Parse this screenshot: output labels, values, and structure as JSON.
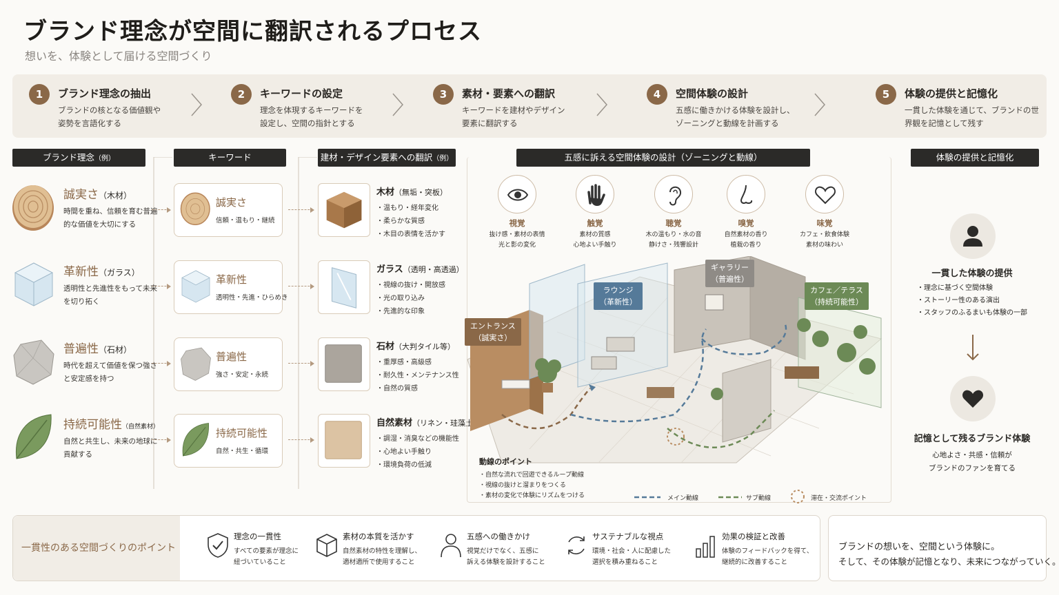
{
  "title": "ブランド理念が空間に翻訳されるプロセス",
  "subtitle": "想いを、体験として届ける空間づくり",
  "steps": [
    {
      "num": "1",
      "title": "ブランド理念の抽出",
      "desc": "ブランドの核となる価値観や姿勢を言語化する"
    },
    {
      "num": "2",
      "title": "キーワードの設定",
      "desc": "理念を体現するキーワードを設定し、空間の指針とする"
    },
    {
      "num": "3",
      "title": "素材・要素への翻訳",
      "desc": "キーワードを建材やデザイン要素に翻訳する"
    },
    {
      "num": "4",
      "title": "空間体験の設計",
      "desc": "五感に働きかける体験を設計し、ゾーニングと動線を計画する"
    },
    {
      "num": "5",
      "title": "体験の提供と記憶化",
      "desc": "一貫した体験を通じて、ブランドの世界観を記憶として残す"
    }
  ],
  "headers": {
    "brand": "ブランド理念",
    "brand_ex": "（例）",
    "keyword": "キーワード",
    "material": "建材・デザイン要素への翻訳",
    "material_ex": "（例）",
    "space": "五感に訴える空間体験の設計（ゾーニングと動線）",
    "memory": "体験の提供と記憶化"
  },
  "brand_rows": [
    {
      "name": "誠実さ",
      "sub": "（木材）",
      "desc": "時間を重ね、信頼を育む普遍的な価値を大切にする"
    },
    {
      "name": "革新性",
      "sub": "（ガラス）",
      "desc": "透明性と先進性をもって未来を切り拓く"
    },
    {
      "name": "普遍性",
      "sub": "（石材）",
      "desc": "時代を超えて価値を保つ強さと安定感を持つ"
    },
    {
      "name": "持続可能性",
      "sub": "（自然素材）",
      "desc": "自然と共生し、未来の地球に貢献する"
    }
  ],
  "keywords": [
    {
      "name": "誠実さ",
      "desc": "信頼・温もり・継続"
    },
    {
      "name": "革新性",
      "desc": "透明性・先進・ひらめき"
    },
    {
      "name": "普遍性",
      "desc": "強さ・安定・永続"
    },
    {
      "name": "持続可能性",
      "desc": "自然・共生・循環"
    }
  ],
  "materials": [
    {
      "name": "木材",
      "sub": "（無垢・突板）",
      "items": [
        "・温もり・経年変化",
        "・柔らかな質感",
        "・木目の表情を活かす"
      ]
    },
    {
      "name": "ガラス",
      "sub": "（透明・高透過）",
      "items": [
        "・視線の抜け・開放感",
        "・光の取り込み",
        "・先進的な印象"
      ]
    },
    {
      "name": "石材",
      "sub": "（大判タイル等）",
      "items": [
        "・重厚感・高級感",
        "・耐久性・メンテナンス性",
        "・自然の質感"
      ]
    },
    {
      "name": "自然素材",
      "sub": "（リネン・珪藻土等）",
      "items": [
        "・調湿・消臭などの機能性",
        "・心地よい手触り",
        "・環境負荷の低減"
      ]
    }
  ],
  "senses": [
    {
      "name": "視覚",
      "d1": "抜け感・素材の表情",
      "d2": "光と影の変化"
    },
    {
      "name": "触覚",
      "d1": "素材の質感",
      "d2": "心地よい手触り"
    },
    {
      "name": "聴覚",
      "d1": "木の温もり・水の音",
      "d2": "静けさ・残響設計"
    },
    {
      "name": "嗅覚",
      "d1": "自然素材の香り",
      "d2": "植栽の香り"
    },
    {
      "name": "味覚",
      "d1": "カフェ・飲食体験",
      "d2": "素材の味わい"
    }
  ],
  "zones": [
    {
      "l1": "エントランス",
      "l2": "（誠実さ）",
      "color": "#8a6848"
    },
    {
      "l1": "ラウンジ",
      "l2": "（革新性）",
      "color": "#557a99"
    },
    {
      "l1": "ギャラリー",
      "l2": "（普遍性）",
      "color": "#8f8b86"
    },
    {
      "l1": "カフェ／テラス",
      "l2": "（持続可能性）",
      "color": "#6c8a56"
    }
  ],
  "flow": {
    "title": "動線のポイント",
    "items": [
      "・自然な流れで回遊できるループ動線",
      "・視線の抜けと溜まりをつくる",
      "・素材の変化で体験にリズムをつける"
    ]
  },
  "legend": {
    "main": "メイン動線",
    "sub": "サブ動線",
    "stay": "滞在・交流ポイント"
  },
  "memory": {
    "t1": "一貫した体験の提供",
    "items": [
      "・理念に基づく空間体験",
      "・ストーリー性のある演出",
      "・スタッフのふるまいも体験の一部"
    ],
    "t2": "記憶として残るブランド体験",
    "d1": "心地よさ・共感・信頼が",
    "d2": "ブランドのファンを育てる"
  },
  "points": {
    "label": "一貫性のある空間づくりのポイント",
    "items": [
      {
        "title": "理念の一貫性",
        "d1": "すべての要素が理念に",
        "d2": "紐づいていること"
      },
      {
        "title": "素材の本質を活かす",
        "d1": "自然素材の特性を理解し、",
        "d2": "適材適所で使用すること"
      },
      {
        "title": "五感への働きかけ",
        "d1": "視覚だけでなく、五感に",
        "d2": "訴える体験を設計すること"
      },
      {
        "title": "サステナブルな視点",
        "d1": "環境・社会・人に配慮した",
        "d2": "選択を積み重ねること"
      },
      {
        "title": "効果の検証と改善",
        "d1": "体験のフィードバックを得て、",
        "d2": "継続的に改善すること"
      }
    ]
  },
  "closing": {
    "l1": "ブランドの想いを、空間という体験に。",
    "l2": "そして、その体験が記憶となり、未来につながっていく。"
  },
  "colors": {
    "accent": "#8a6848",
    "dark": "#2b2a28",
    "blue": "#557a99",
    "green": "#6c8a56"
  }
}
